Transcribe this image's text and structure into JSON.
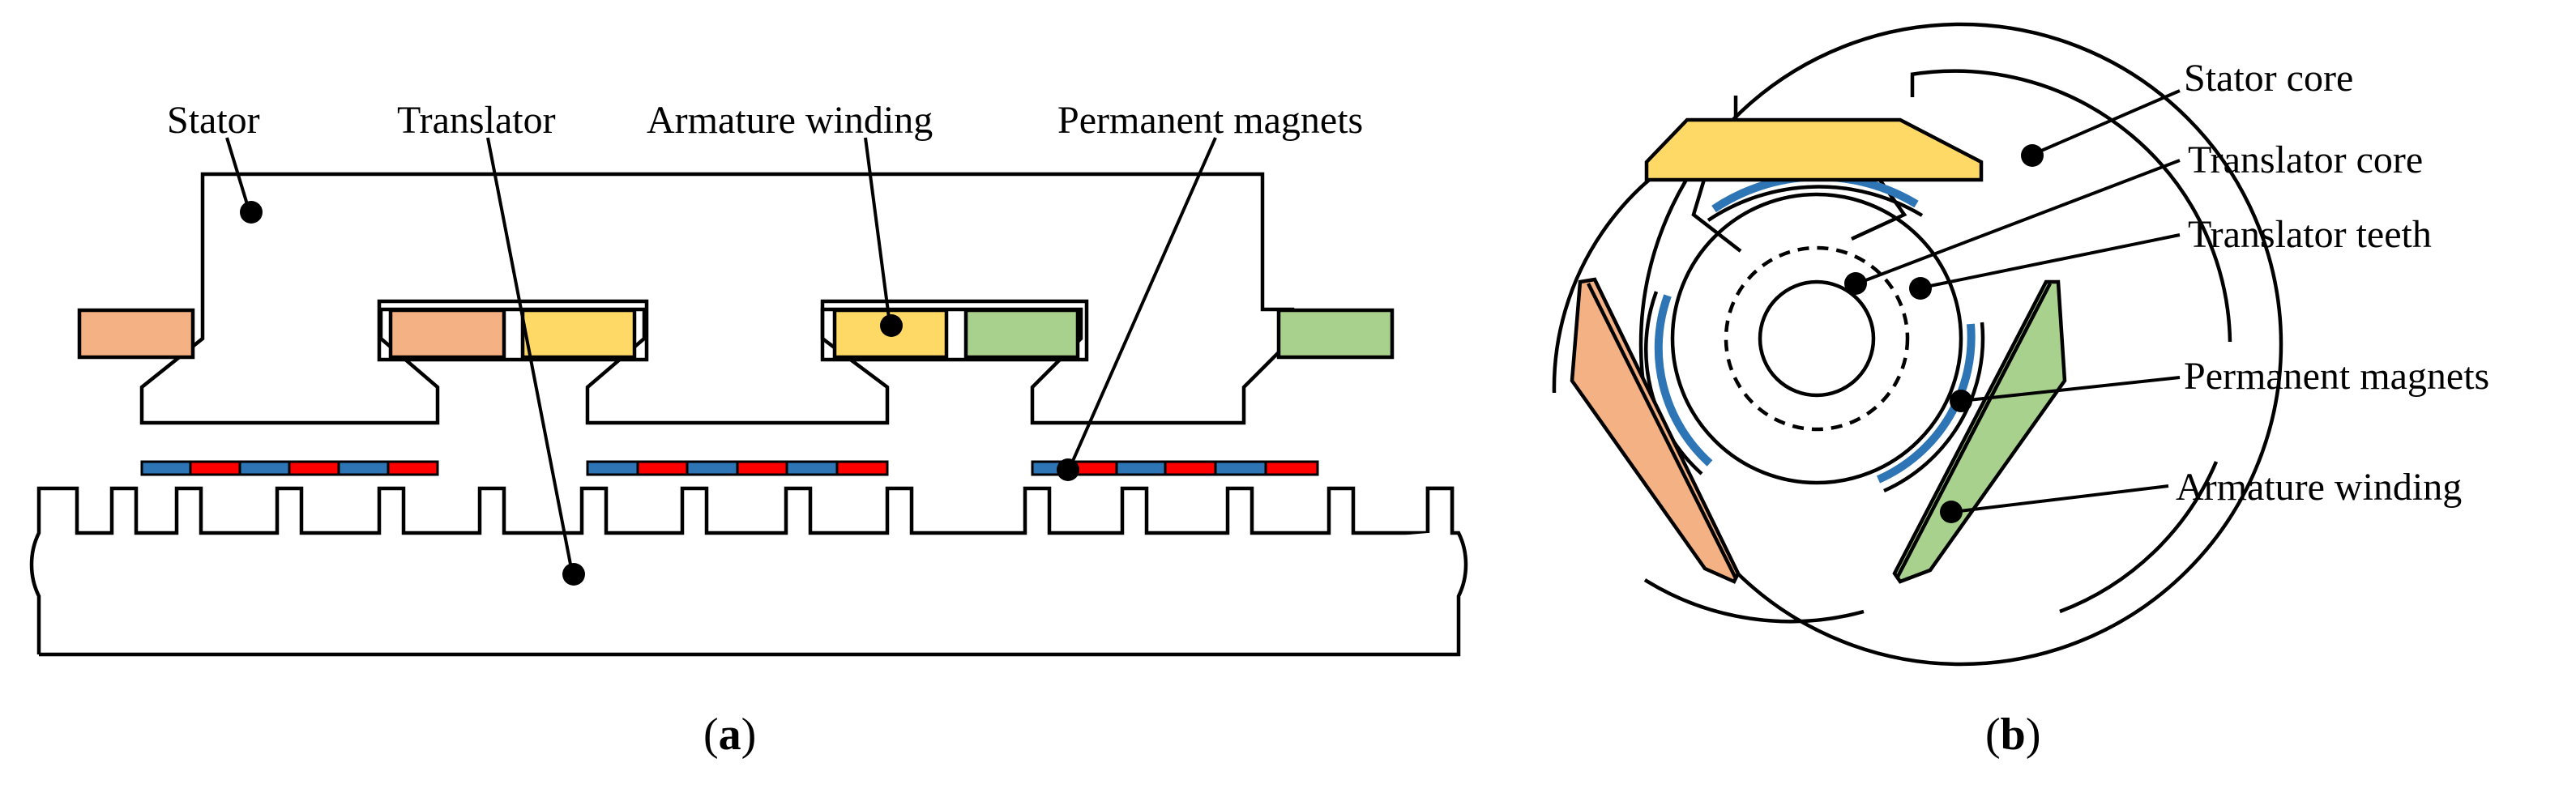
{
  "colors": {
    "coil_a": "#F4B183",
    "coil_b": "#FFD966",
    "coil_c": "#A9D18E",
    "magnet_blue": "#2E75B6",
    "magnet_red": "#FF0000",
    "line": "#000000"
  },
  "panel_a": {
    "labels": {
      "stator": "Stator",
      "translator": "Translator",
      "armature_winding": "Armature winding",
      "permanent_magnets": "Permanent magnets"
    },
    "caption": {
      "open": "(",
      "letter": "a",
      "close": ")"
    }
  },
  "panel_b": {
    "labels": {
      "stator_core": "Stator core",
      "translator_core": "Translator core",
      "translator_teeth": "Translator teeth",
      "permanent_magnets": "Permanent magnets",
      "armature_winding": "Armature winding"
    },
    "caption": {
      "open": "(",
      "letter": "b",
      "close": ")"
    }
  }
}
